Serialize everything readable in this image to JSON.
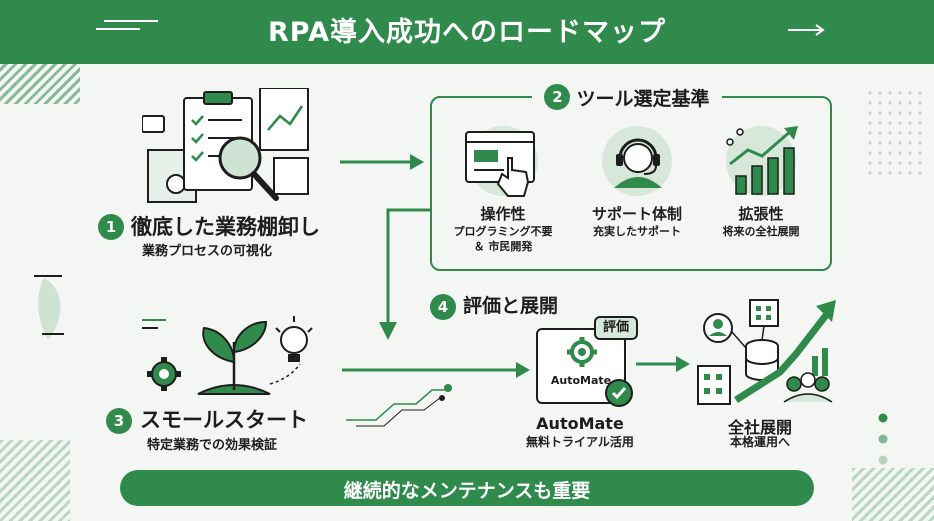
{
  "title": "RPA導入成功へのロードマップ",
  "steps": {
    "s1": {
      "num": "1",
      "title": "徹底した業務棚卸し",
      "sub": "業務プロセスの可視化"
    },
    "s2": {
      "num": "2",
      "title": "ツール選定基準"
    },
    "s3": {
      "num": "3",
      "title": "スモールスタート",
      "sub": "特定業務での効果検証"
    },
    "s4": {
      "num": "4",
      "title": "評価と展開"
    }
  },
  "criteria": [
    {
      "title": "操作性",
      "sub1": "プログラミング不要",
      "sub2": "＆ 市民開発"
    },
    {
      "title": "サポート体制",
      "sub1": "充実したサポート"
    },
    {
      "title": "拡張性",
      "sub1": "将来の全社展開"
    }
  ],
  "evaluation": {
    "badge": "評価",
    "logo": "AutoMate",
    "name": "AutoMate",
    "sub": "無料トライアル活用"
  },
  "rollout": {
    "title": "全社展開",
    "sub": "本格運用へ"
  },
  "banner": "継続的なメンテナンスも重要",
  "colors": {
    "accent": "#2f8a4c",
    "light": "#d7e8da",
    "background": "#f4f6f4"
  }
}
